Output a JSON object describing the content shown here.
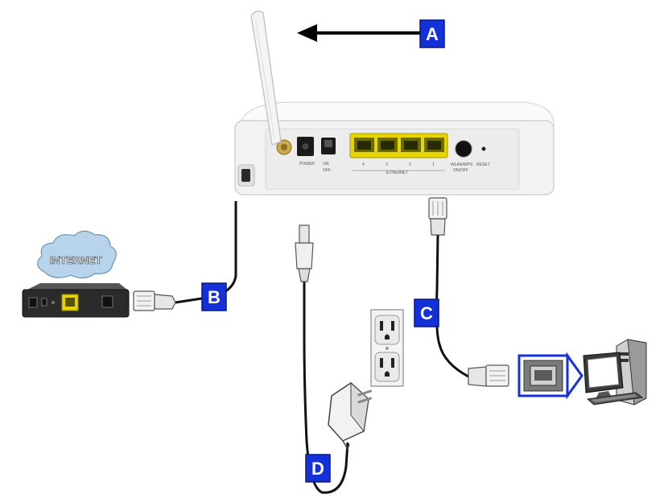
{
  "colors": {
    "callout_fill": "#1430d8",
    "callout_border": "#0a1a80",
    "cable": "#111111",
    "router_body": "#f2f2f2",
    "ethernet_port": "#e8d400",
    "cloud": "#b8d4ea"
  },
  "callouts": {
    "a": "A",
    "b": "B",
    "c": "C",
    "d": "D"
  },
  "internet_cloud": {
    "label": "INTERNET"
  },
  "router": {
    "power_label": "POWER",
    "switch_on_label": "ON",
    "switch_off_label": "OFF",
    "port_numbers": [
      "4",
      "3",
      "2",
      "1"
    ],
    "ethernet_label": "ETHERNET",
    "wlan_label": "WLAN/WPS",
    "wlan_onoff_label": "ON/OFF",
    "reset_label": "RESET"
  },
  "icons": {
    "antenna": "antenna-icon",
    "modem": "modem-icon",
    "computer": "computer-icon",
    "power_adapter": "power-adapter-icon",
    "wall_outlet": "wall-outlet-icon",
    "rj45_plug": "rj45-plug-icon"
  }
}
